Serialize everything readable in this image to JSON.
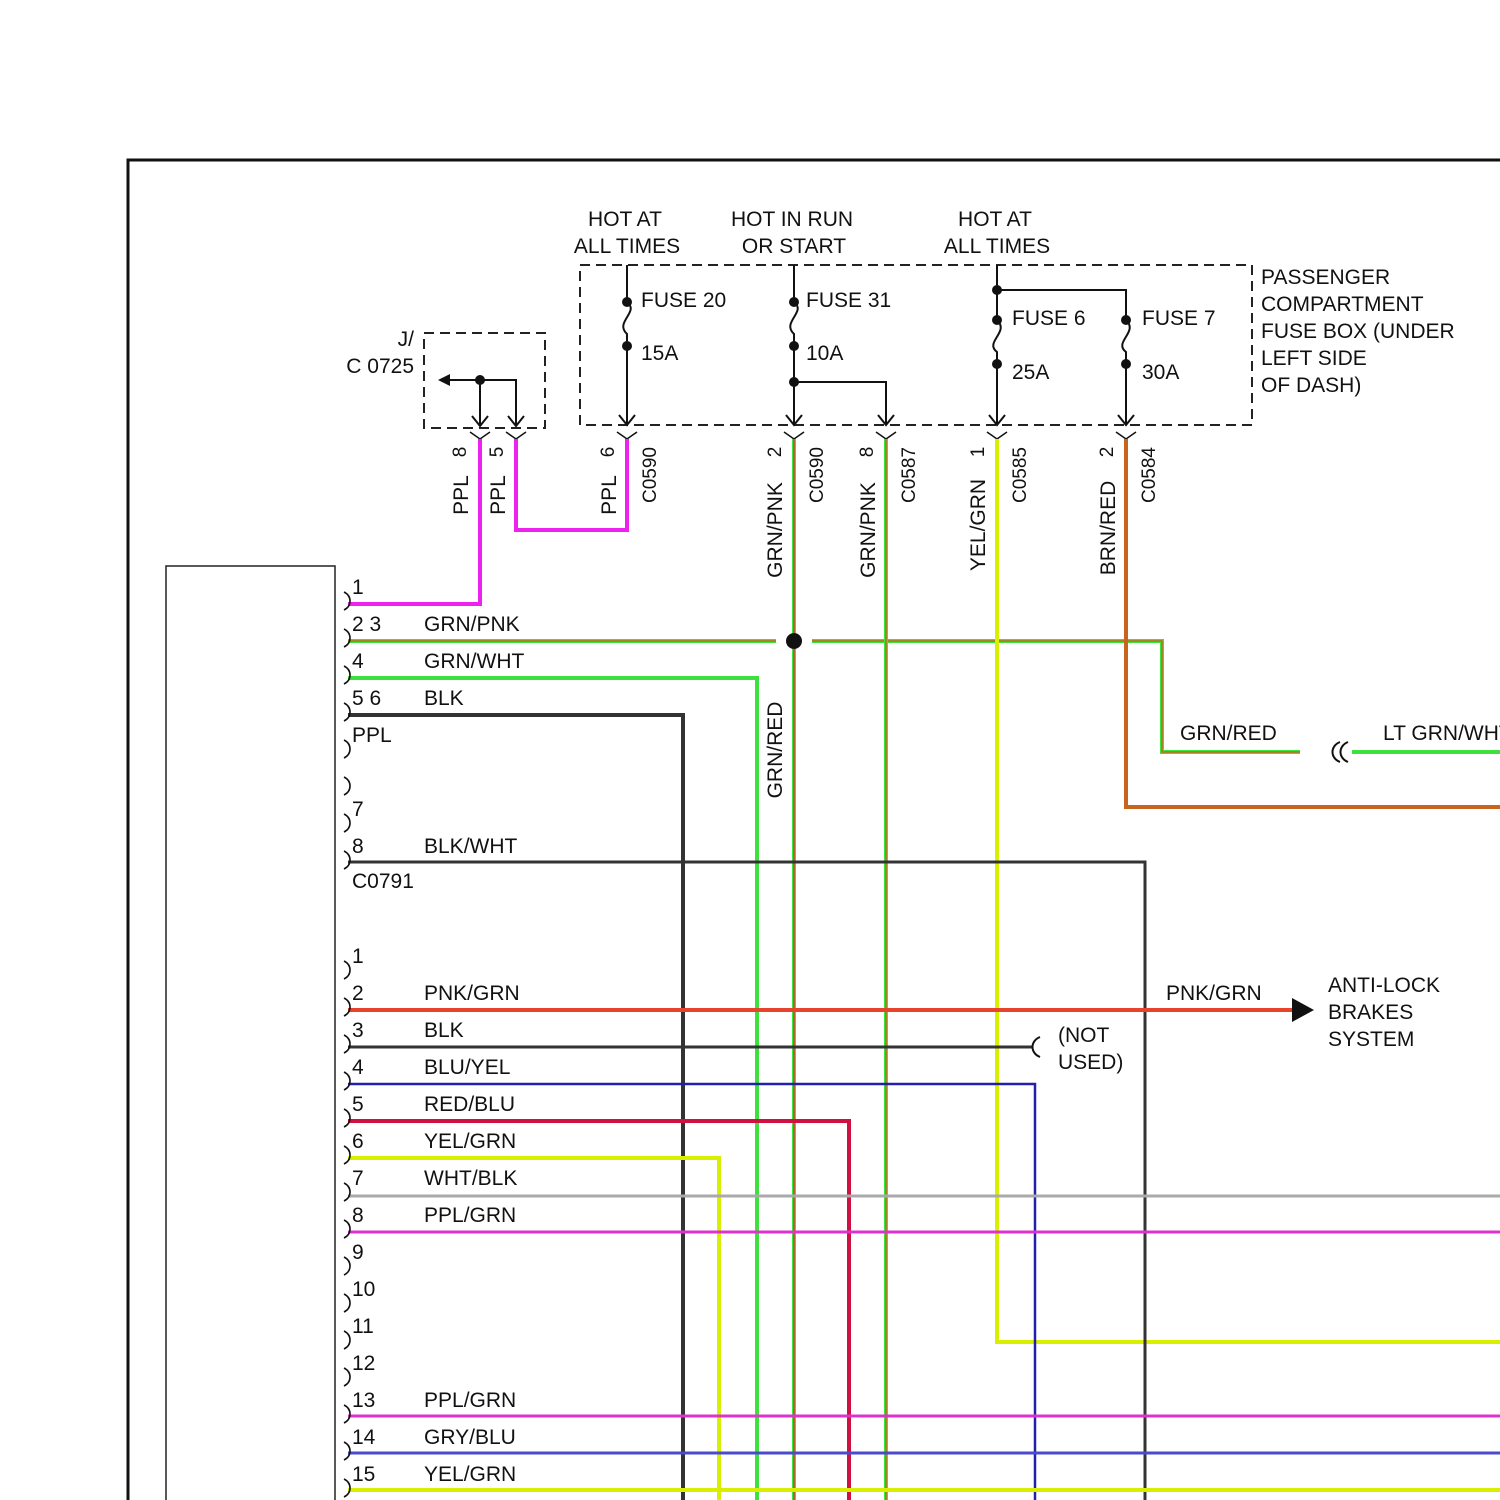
{
  "colors": {
    "ppl": "#ee22ee",
    "grn_pnk_a": "#39e639",
    "grn_pnk_b": "#c8641e",
    "grn_wht": "#3ee03e",
    "blk": "#333333",
    "grn_red_a": "#3ee03e",
    "grn_red_b": "#d93a2a",
    "yel_grn": "#d8f000",
    "brn_red": "#c8641e",
    "pnk_grn": "#e8432d",
    "blu_yel": "#2020aa",
    "red_blu": "#d01040",
    "wht_blk": "#aaaaaa",
    "ppl_grn": "#dd33cc",
    "gry_blu": "#4a4acc"
  },
  "power": {
    "hot_at_all_times_1": [
      "HOT AT",
      "ALL TIMES"
    ],
    "hot_in_run": [
      "HOT IN RUN",
      "OR START"
    ],
    "hot_at_all_times_2": [
      "HOT AT",
      "ALL TIMES"
    ]
  },
  "fuse_box": {
    "label": [
      "PASSENGER",
      "COMPARTMENT",
      "FUSE BOX (UNDER",
      "LEFT SIDE",
      "OF DASH)"
    ],
    "fuses": [
      {
        "name": "FUSE 20",
        "rating": "15A"
      },
      {
        "name": "FUSE 31",
        "rating": "10A"
      },
      {
        "name": "FUSE 6",
        "rating": "25A"
      },
      {
        "name": "FUSE 7",
        "rating": "30A"
      }
    ]
  },
  "junction": {
    "label": [
      "J/",
      "C 0725"
    ]
  },
  "connectors": {
    "c0725_pins": [
      "8",
      "5"
    ],
    "fuse20_pin": "6",
    "fuse20_conn": "C0590",
    "fuse31_pin": "2",
    "fuse31_conn": "C0590",
    "fuse31b_pin": "8",
    "fuse31b_conn": "C0587",
    "fuse6_pin": "1",
    "fuse6_conn": "C0585",
    "fuse7_pin": "2",
    "fuse7_conn": "C0584"
  },
  "vertical_wire_labels": {
    "ppl_1": "PPL",
    "ppl_2": "PPL",
    "ppl_3": "PPL",
    "grn_pnk_1": "GRN/PNK",
    "grn_pnk_2": "GRN/PNK",
    "yel_grn": "YEL/GRN",
    "brn_red": "BRN/RED",
    "grn_red": "GRN/RED"
  },
  "upper_connector": {
    "name": "C0791",
    "rows": [
      {
        "pin": "1",
        "wire": ""
      },
      {
        "pin": "2 3",
        "wire": "GRN/PNK"
      },
      {
        "pin": "4",
        "wire": "GRN/WHT"
      },
      {
        "pin": "5 6",
        "wire": "BLK"
      },
      {
        "pin": "PPL",
        "wire": ""
      },
      {
        "pin": "",
        "wire": ""
      },
      {
        "pin": "7",
        "wire": ""
      },
      {
        "pin": "8",
        "wire": "BLK/WHT"
      }
    ]
  },
  "lower_connector": {
    "rows": [
      {
        "pin": "1",
        "wire": ""
      },
      {
        "pin": "2",
        "wire": "PNK/GRN"
      },
      {
        "pin": "3",
        "wire": "BLK"
      },
      {
        "pin": "4",
        "wire": "BLU/YEL"
      },
      {
        "pin": "5",
        "wire": "RED/BLU"
      },
      {
        "pin": "6",
        "wire": "YEL/GRN"
      },
      {
        "pin": "7",
        "wire": "WHT/BLK"
      },
      {
        "pin": "8",
        "wire": "PPL/GRN"
      },
      {
        "pin": "9",
        "wire": ""
      },
      {
        "pin": "10",
        "wire": ""
      },
      {
        "pin": "11",
        "wire": ""
      },
      {
        "pin": "12",
        "wire": ""
      },
      {
        "pin": "13",
        "wire": "PPL/GRN"
      },
      {
        "pin": "14",
        "wire": "GRY/BLU"
      },
      {
        "pin": "15",
        "wire": "YEL/GRN"
      }
    ]
  },
  "right_side": {
    "grn_red": "GRN/RED",
    "lt_grn": "LT GRN/WHT",
    "pnk_grn": "PNK/GRN",
    "abs": [
      "ANTI-LOCK",
      "BRAKES",
      "SYSTEM"
    ],
    "not_used": [
      "(NOT",
      "USED)"
    ]
  }
}
